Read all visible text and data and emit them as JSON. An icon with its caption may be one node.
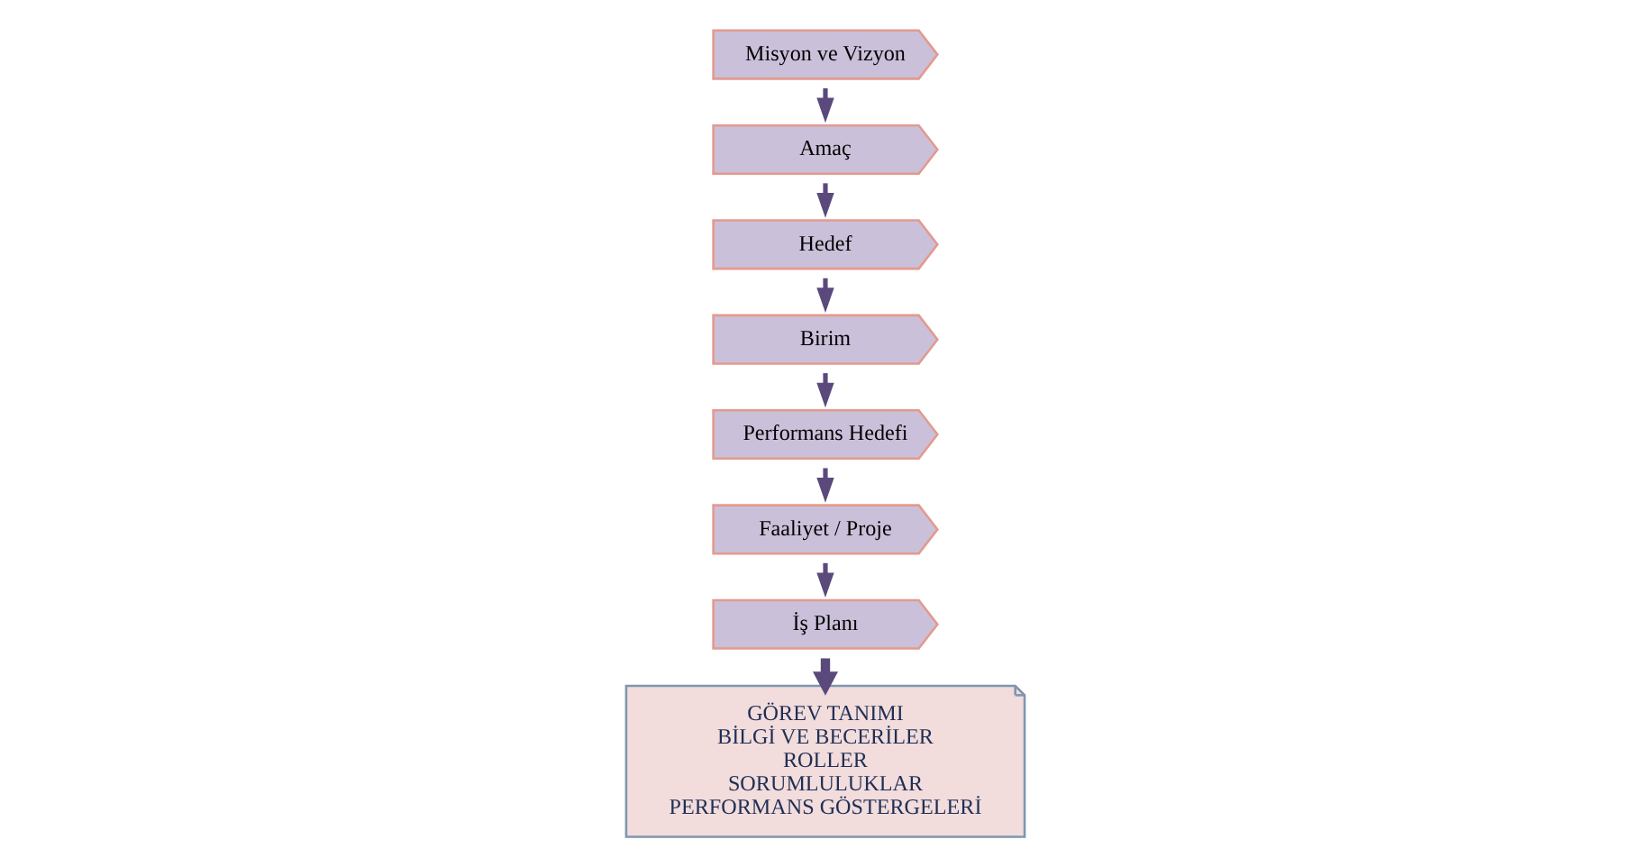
{
  "diagram": {
    "nodes": [
      {
        "text": [
          "Misyon ve Vizyon"
        ]
      },
      {
        "text": [
          "Amaç"
        ]
      },
      {
        "text": [
          "Hedef"
        ]
      },
      {
        "text": [
          "Birim"
        ]
      },
      {
        "text": [
          "Performans Hedefi"
        ]
      },
      {
        "text": [
          "Faaliyet / Proje"
        ]
      },
      {
        "text": [
          "İş Planı"
        ]
      },
      {
        "text": [
          "GÖREV TANIMI",
          "BİLGİ VE BECERİLER",
          "ROLLER",
          "SORUMLULUKLAR",
          "PERFORMANS GÖSTERGELERİ"
        ]
      }
    ],
    "edges": [
      {
        "from": 0,
        "to": 1,
        "arrow": "to"
      },
      {
        "from": 1,
        "to": 2,
        "arrow": "to"
      },
      {
        "from": 2,
        "to": 3,
        "arrow": "to"
      },
      {
        "from": 3,
        "to": 4,
        "arrow": "to"
      },
      {
        "from": 4,
        "to": 5,
        "arrow": "to"
      },
      {
        "from": 5,
        "to": 6,
        "arrow": "to"
      },
      {
        "from": 6,
        "to": 7,
        "arrow": "to",
        "style": "thick"
      }
    ]
  }
}
